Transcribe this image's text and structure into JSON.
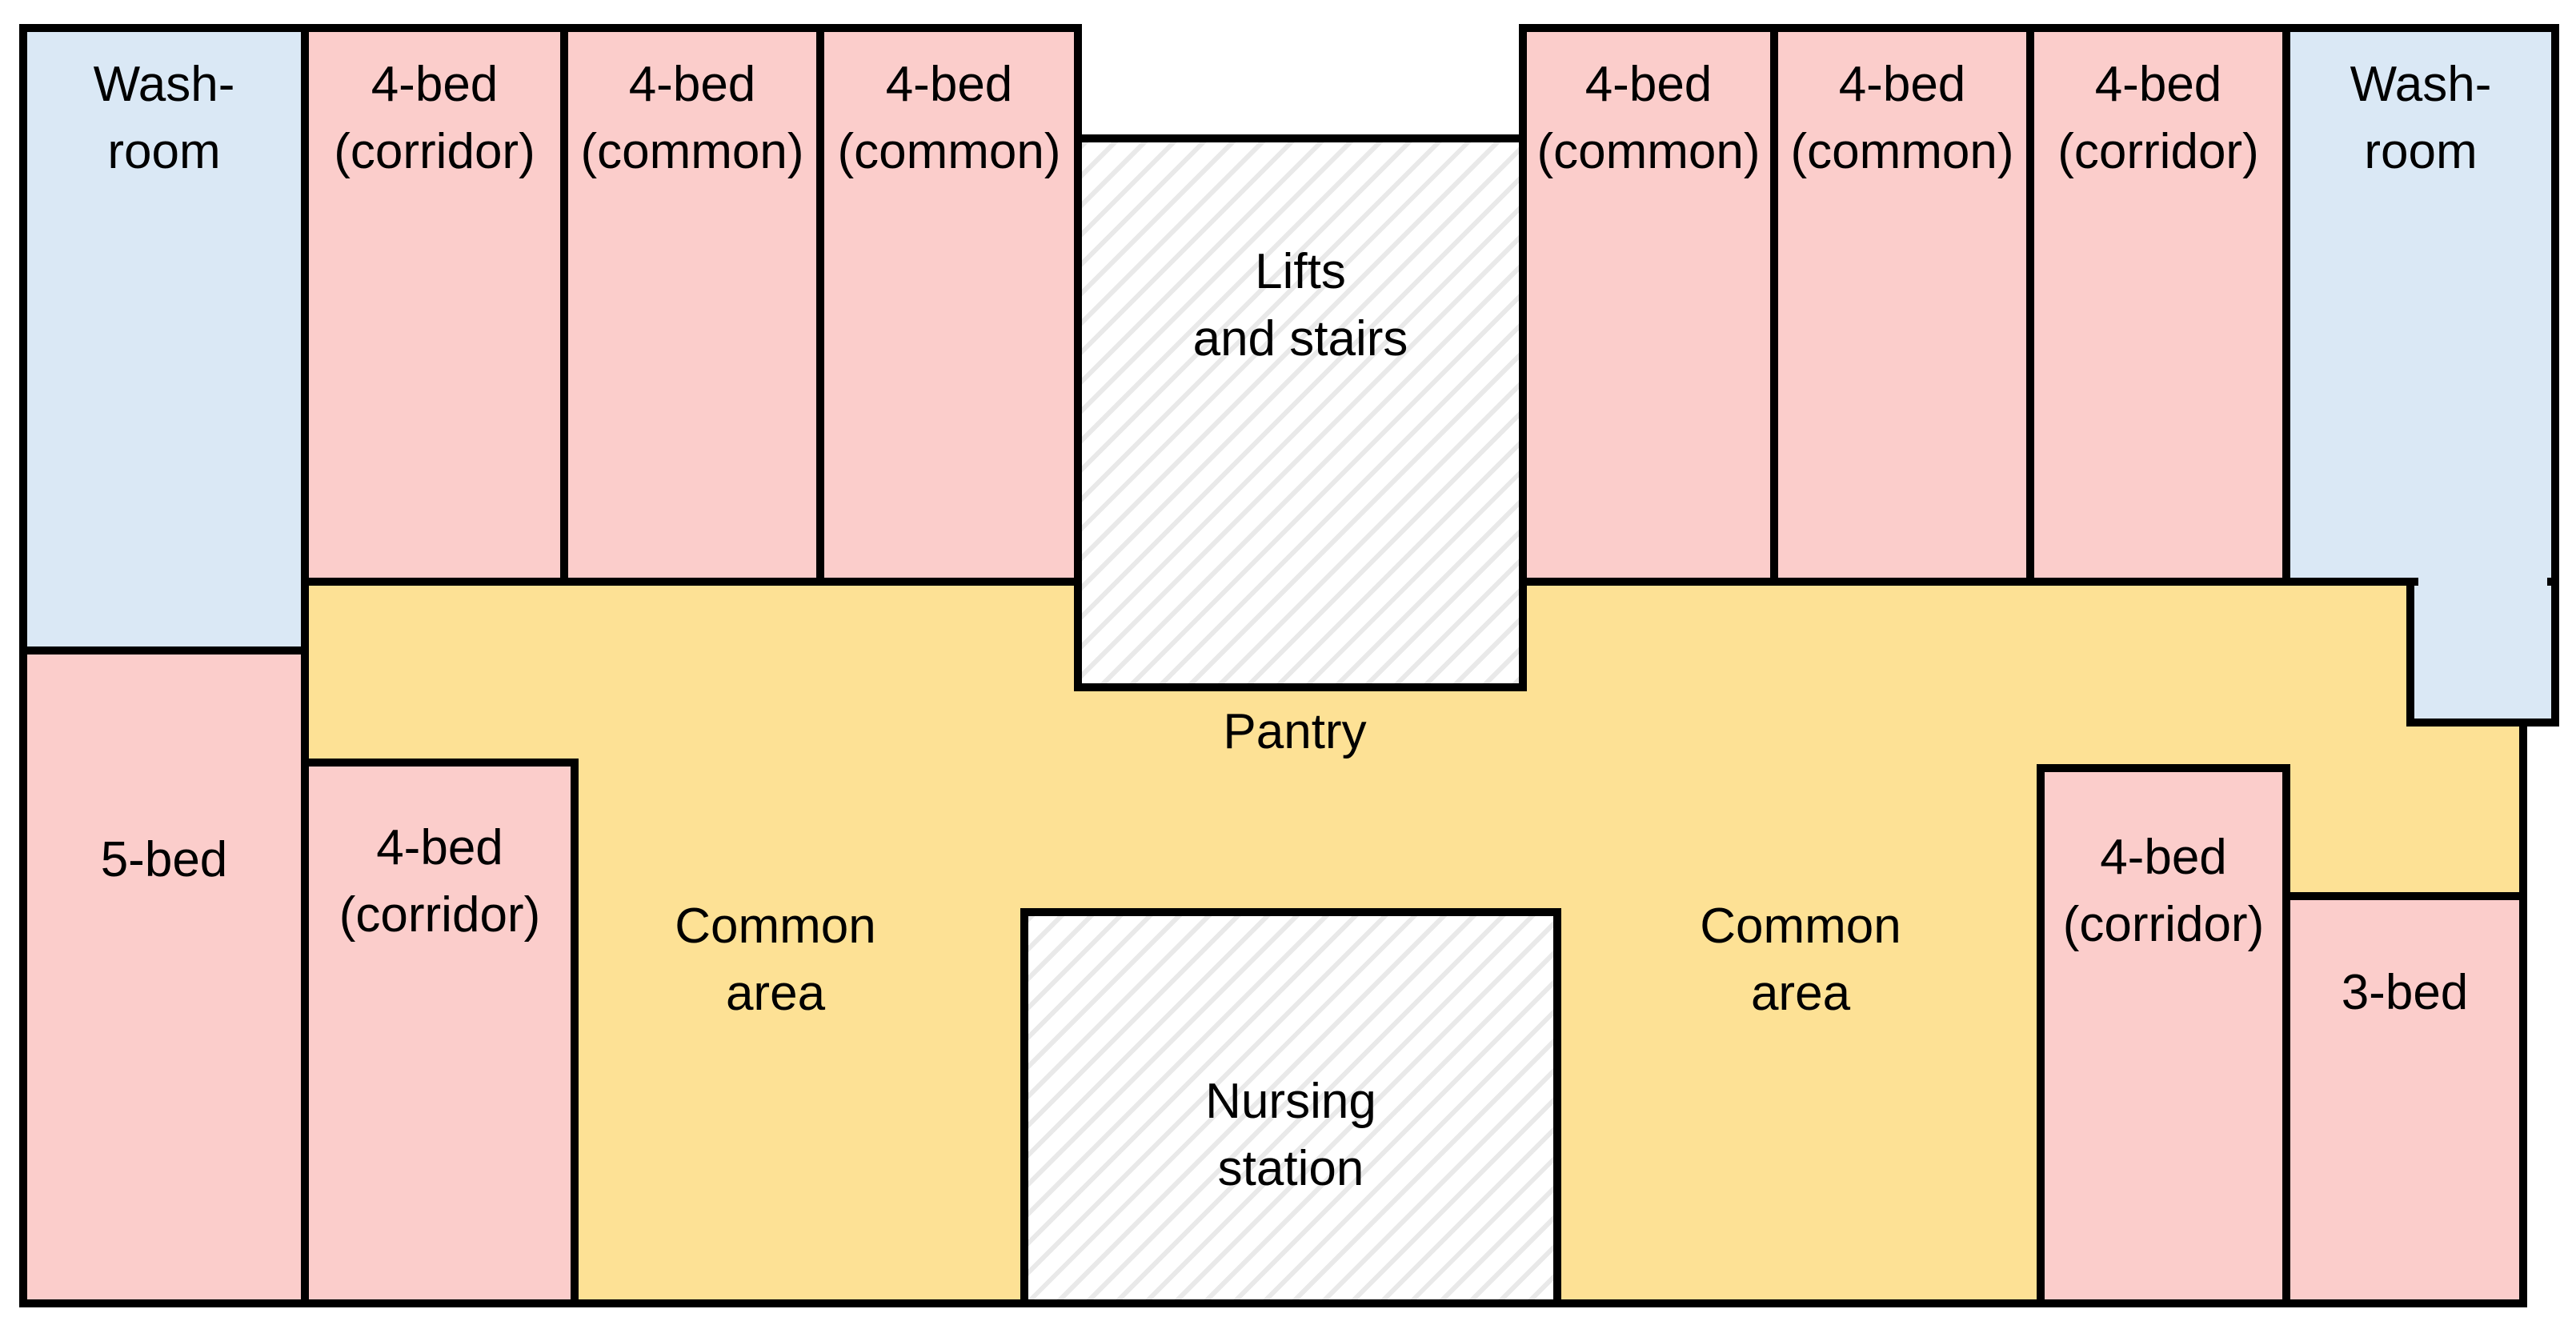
{
  "floorplan": {
    "colors": {
      "bedroom": "#FBCDCB",
      "washroom": "#DAE8F5",
      "common_area": "#FDE195",
      "facility": "#FFFFFF",
      "wall": "#000000",
      "hatch_line": "#E9E9E9",
      "background": "#FFFFFF"
    },
    "rooms": {
      "washroom_left": {
        "label": "Wash-\nroom"
      },
      "bed4_corridor_tl": {
        "label": "4-bed\n(corridor)"
      },
      "bed4_common_t1": {
        "label": "4-bed\n(common)"
      },
      "bed4_common_t2": {
        "label": "4-bed\n(common)"
      },
      "lifts_stairs": {
        "label": "Lifts\nand stairs"
      },
      "bed4_common_t3": {
        "label": "4-bed\n(common)"
      },
      "bed4_common_t4": {
        "label": "4-bed\n(common)"
      },
      "bed4_corridor_tr": {
        "label": "4-bed\n(corridor)"
      },
      "washroom_right": {
        "label": "Wash-\nroom"
      },
      "pantry": {
        "label": "Pantry"
      },
      "common_area_left": {
        "label": "Common\narea"
      },
      "common_area_right": {
        "label": "Common\narea"
      },
      "bed5": {
        "label": "5-bed"
      },
      "bed4_corridor_bl": {
        "label": "4-bed\n(corridor)"
      },
      "nursing_station": {
        "label": "Nursing\nstation"
      },
      "bed4_corridor_br": {
        "label": "4-bed\n(corridor)"
      },
      "bed3": {
        "label": "3-bed"
      }
    }
  }
}
